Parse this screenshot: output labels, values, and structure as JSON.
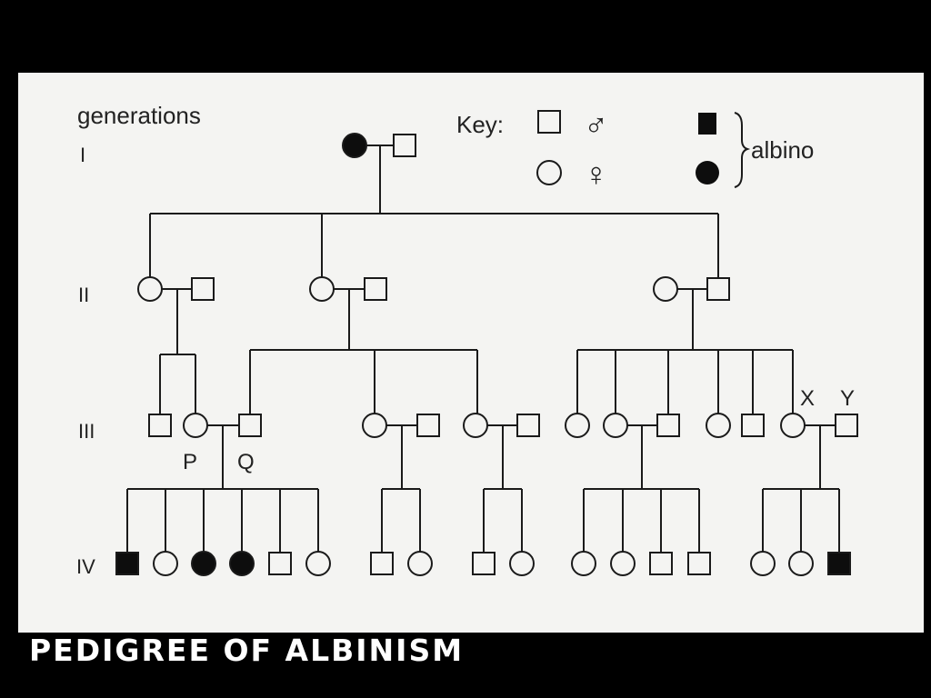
{
  "slide": {
    "caption": "PEDIGREE OF ALBINISM"
  },
  "diagram": {
    "generations_label": "generations",
    "generation_numerals": [
      "I",
      "II",
      "III",
      "IV"
    ],
    "key": {
      "title": "Key:",
      "male_symbol": "♂",
      "female_symbol": "♀",
      "albino_label": "albino"
    },
    "person_labels": {
      "P": "P",
      "Q": "Q",
      "X": "X",
      "Y": "Y"
    },
    "colors": {
      "ink": "#1a1a1a",
      "background": "#f4f4f2",
      "affected": "#0d0d0d"
    },
    "individuals": [
      {
        "id": "I-1",
        "generation": "I",
        "sex": "female",
        "affected": true
      },
      {
        "id": "I-2",
        "generation": "I",
        "sex": "male",
        "affected": false
      },
      {
        "id": "II-1",
        "generation": "II",
        "sex": "female",
        "affected": false
      },
      {
        "id": "II-2",
        "generation": "II",
        "sex": "male",
        "affected": false
      },
      {
        "id": "II-3",
        "generation": "II",
        "sex": "female",
        "affected": false
      },
      {
        "id": "II-4",
        "generation": "II",
        "sex": "male",
        "affected": false
      },
      {
        "id": "II-5",
        "generation": "II",
        "sex": "female",
        "affected": false
      },
      {
        "id": "II-6",
        "generation": "II",
        "sex": "male",
        "affected": false
      },
      {
        "id": "III-1",
        "generation": "III",
        "sex": "male",
        "affected": false
      },
      {
        "id": "III-P",
        "generation": "III",
        "sex": "female",
        "affected": false,
        "label": "P"
      },
      {
        "id": "III-Q",
        "generation": "III",
        "sex": "male",
        "affected": false,
        "label": "Q"
      },
      {
        "id": "III-4",
        "generation": "III",
        "sex": "female",
        "affected": false
      },
      {
        "id": "III-5",
        "generation": "III",
        "sex": "male",
        "affected": false
      },
      {
        "id": "III-6",
        "generation": "III",
        "sex": "female",
        "affected": false
      },
      {
        "id": "III-7",
        "generation": "III",
        "sex": "male",
        "affected": false
      },
      {
        "id": "III-8",
        "generation": "III",
        "sex": "female",
        "affected": false
      },
      {
        "id": "III-9",
        "generation": "III",
        "sex": "female",
        "affected": false
      },
      {
        "id": "III-10",
        "generation": "III",
        "sex": "male",
        "affected": false
      },
      {
        "id": "III-11",
        "generation": "III",
        "sex": "female",
        "affected": false
      },
      {
        "id": "III-12",
        "generation": "III",
        "sex": "male",
        "affected": false
      },
      {
        "id": "III-X",
        "generation": "III",
        "sex": "female",
        "affected": false,
        "label": "X"
      },
      {
        "id": "III-Y",
        "generation": "III",
        "sex": "male",
        "affected": false,
        "label": "Y"
      },
      {
        "id": "IV-1",
        "generation": "IV",
        "sex": "male",
        "affected": true
      },
      {
        "id": "IV-2",
        "generation": "IV",
        "sex": "female",
        "affected": false
      },
      {
        "id": "IV-3",
        "generation": "IV",
        "sex": "female",
        "affected": true
      },
      {
        "id": "IV-4",
        "generation": "IV",
        "sex": "female",
        "affected": true
      },
      {
        "id": "IV-5",
        "generation": "IV",
        "sex": "male",
        "affected": false
      },
      {
        "id": "IV-6",
        "generation": "IV",
        "sex": "female",
        "affected": false
      },
      {
        "id": "IV-7",
        "generation": "IV",
        "sex": "male",
        "affected": false
      },
      {
        "id": "IV-8",
        "generation": "IV",
        "sex": "female",
        "affected": false
      },
      {
        "id": "IV-9",
        "generation": "IV",
        "sex": "male",
        "affected": false
      },
      {
        "id": "IV-10",
        "generation": "IV",
        "sex": "female",
        "affected": false
      },
      {
        "id": "IV-11",
        "generation": "IV",
        "sex": "female",
        "affected": false
      },
      {
        "id": "IV-12",
        "generation": "IV",
        "sex": "female",
        "affected": false
      },
      {
        "id": "IV-13",
        "generation": "IV",
        "sex": "male",
        "affected": false
      },
      {
        "id": "IV-14",
        "generation": "IV",
        "sex": "male",
        "affected": false
      },
      {
        "id": "IV-15",
        "generation": "IV",
        "sex": "female",
        "affected": false
      },
      {
        "id": "IV-16",
        "generation": "IV",
        "sex": "female",
        "affected": false
      },
      {
        "id": "IV-17",
        "generation": "IV",
        "sex": "male",
        "affected": true
      }
    ]
  }
}
